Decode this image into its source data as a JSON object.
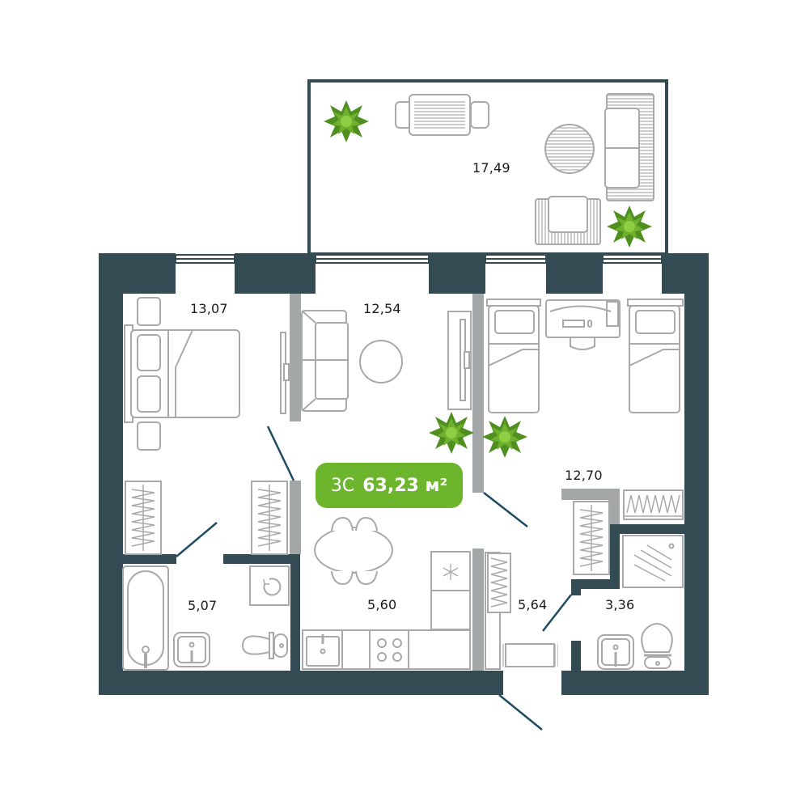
{
  "apartment": {
    "type": "3С",
    "total_area": "63,23 м²"
  },
  "rooms": [
    {
      "id": "terrace",
      "area": "17,49"
    },
    {
      "id": "bedroom-1",
      "area": "13,07"
    },
    {
      "id": "living-room",
      "area": "12,54"
    },
    {
      "id": "bedroom-2",
      "area": "12,70"
    },
    {
      "id": "bathroom",
      "area": "5,07"
    },
    {
      "id": "kitchen",
      "area": "5,60"
    },
    {
      "id": "hallway",
      "area": "5,64"
    },
    {
      "id": "wc",
      "area": "3,36"
    }
  ],
  "colors": {
    "wall": "#354b54",
    "partition": "#a3a7a8",
    "furniture_stroke": "#a9a9a9",
    "door_swing": "#1e4a63",
    "badge": "#6cb52d",
    "plant_dark": "#4f8f1f",
    "plant_light": "#7cc23a"
  }
}
